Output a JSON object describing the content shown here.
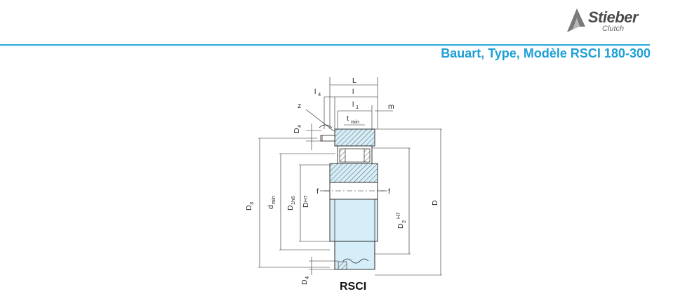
{
  "header": {
    "brand_name": "Stieber",
    "brand_sub": "Clutch",
    "title": "Bauart, Type, Modèle RSCI 180-300",
    "accent_color": "#1e9fd6"
  },
  "drawing": {
    "caption": "RSCI",
    "labels": {
      "L": "L",
      "l": "l",
      "l4": "l",
      "l4_sub": "4",
      "l1": "l",
      "l1_sub": "1",
      "z": "z",
      "m": "m",
      "tmin": "t",
      "tmin_sub": "min",
      "D4": "D",
      "D4_sub": "4",
      "D4_bottom": "D",
      "D4_bottom_sub": "4",
      "D3": "D",
      "D3_sub": "3",
      "dmin": "d",
      "dmin_sub": "min",
      "D1h6": "D",
      "D1h6_sub": "1h6",
      "DH7": "D",
      "DH7_sup": "H7",
      "f_left": "f",
      "f_right": "f",
      "D2H7": "D",
      "D2H7_sub": "2",
      "D2H7_sup": "H7",
      "D": "D"
    },
    "fill_color": "#d6eef8"
  }
}
